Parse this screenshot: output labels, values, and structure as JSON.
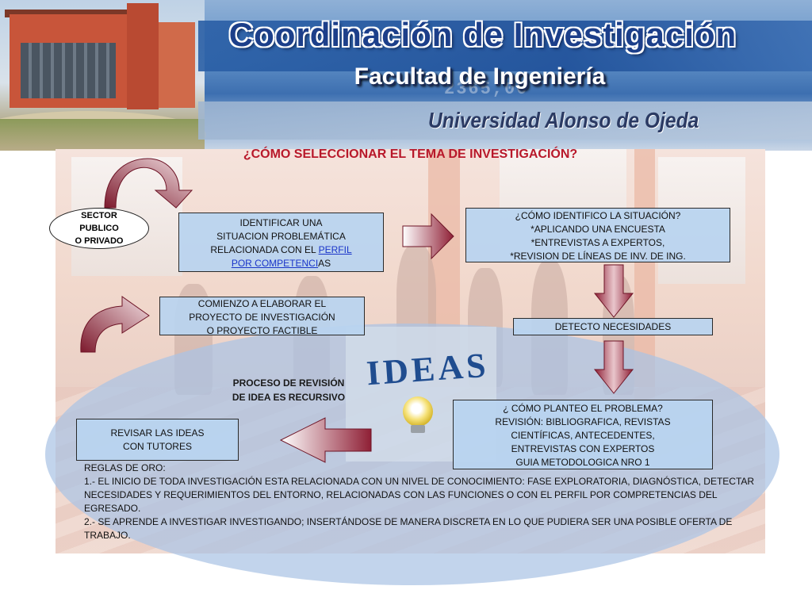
{
  "header": {
    "title": "Coordinación de Investigación",
    "subtitle": "Facultad de Ingeniería",
    "university": "Universidad Alonso de Ojeda",
    "background_numbers": "2365,00"
  },
  "diagram": {
    "main_title": "¿CÓMO SELECCIONAR EL TEMA DE INVESTIGACIÓN?",
    "sector_oval": [
      "SECTOR",
      "PUBLICO",
      "O PRIVADO"
    ],
    "identify_box": {
      "line1": "IDENTIFICAR UNA",
      "line2": "SITUACION PROBLEMÁTICA",
      "line3_prefix": "RELACIONADA CON EL ",
      "link_part1": "PERFIL",
      "link_part2": "POR COMPETENCI",
      "line4_suffix": "AS"
    },
    "how_identify_box": [
      "¿CÓMO IDENTIFICO LA SITUACIÓN?",
      "*APLICANDO UNA ENCUESTA",
      "*ENTREVISTAS A EXPERTOS,",
      "*REVISION DE LÍNEAS DE INV. DE ING."
    ],
    "detect_box": "DETECTO NECESIDADES",
    "problem_box": [
      "¿ CÓMO PLANTEO EL PROBLEMA?",
      "REVISIÓN: BIBLIOGRAFICA, REVISTAS",
      "CIENTÍFICAS, ANTECEDENTES,",
      "ENTREVISTAS CON EXPERTOS",
      "GUIA METODOLOGICA  NRO 1"
    ],
    "review_box": [
      "REVISAR LAS IDEAS",
      "CON TUTORES"
    ],
    "start_box": [
      "COMIENZO A ELABORAR EL",
      "PROYECTO DE INVESTIGACIÓN",
      "O PROYECTO FACTIBLE"
    ],
    "process_label": [
      "PROCESO DE REVISIÓN",
      "DE IDEA ES RECURSIVO"
    ],
    "logo_text": "IDEAS",
    "rules": [
      "REGLAS DE ORO:",
      "1.- EL INICIO DE TODA INVESTIGACIÓN ESTA RELACIONADA CON UN NIVEL DE CONOCIMIENTO: FASE EXPLORATORIA, DIAGNÓSTICA, DETECTAR",
      "NECESIDADES Y REQUERIMIENTOS DEL ENTORNO, RELACIONADAS CON LAS FUNCIONES O CON EL PERFIL POR COMPRETENCIAS DEL EGRESADO.",
      "2.- SE APRENDE A INVESTIGAR INVESTIGANDO; INSERTÁNDOSE DE MANERA DISCRETA  EN LO QUE PUDIERA SER UNA POSIBLE OFERTA DE",
      "TRABAJO."
    ]
  },
  "colors": {
    "title_red": "#b8182a",
    "arrow_dark": "#8f1f35",
    "box_fill": "#b9d4f0",
    "ellipse": "#aac4e4",
    "link_blue": "#1a35c9"
  }
}
